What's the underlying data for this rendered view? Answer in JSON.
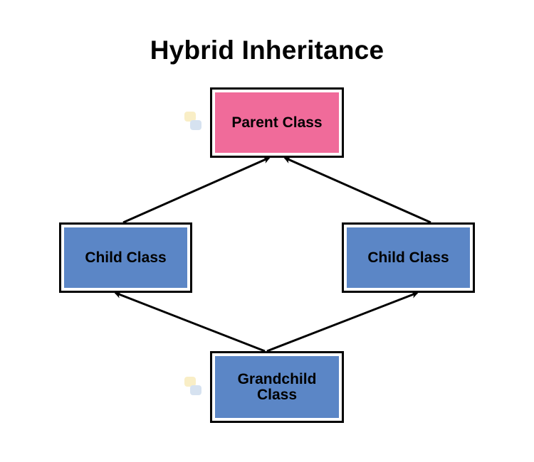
{
  "title": "Hybrid Inheritance",
  "colors": {
    "parent_fill": "#f06b9a",
    "child_fill": "#5b86c6",
    "border": "#000000"
  },
  "nodes": {
    "parent": "Parent Class",
    "child_left": "Child Class",
    "child_right": "Child Class",
    "grandchild": "Grandchild Class"
  },
  "edges": [
    {
      "from": "child_left",
      "to": "parent"
    },
    {
      "from": "child_right",
      "to": "parent"
    },
    {
      "from": "grandchild",
      "to": "child_left"
    },
    {
      "from": "grandchild",
      "to": "child_right"
    }
  ]
}
